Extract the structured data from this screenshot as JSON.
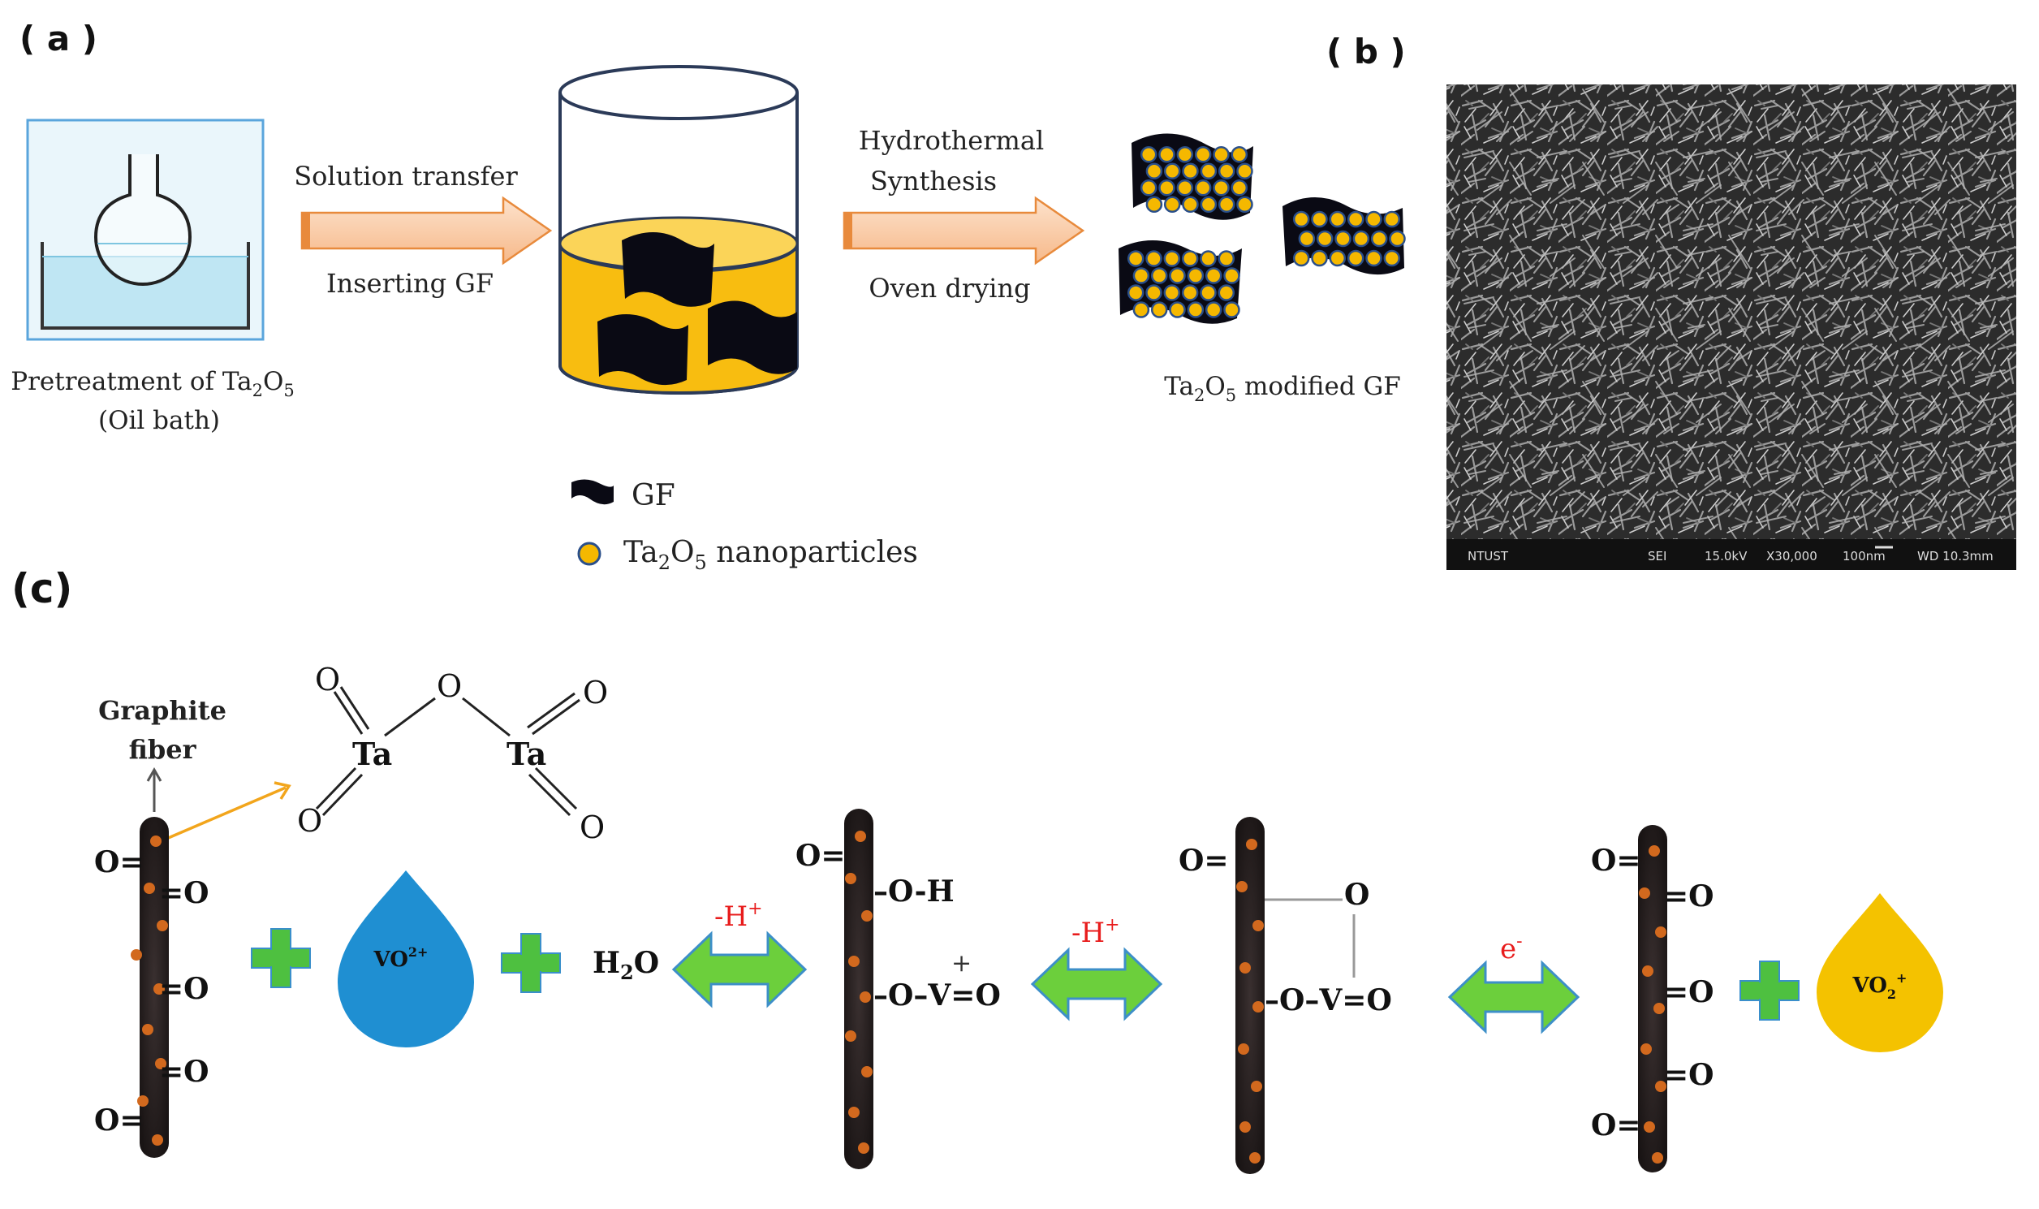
{
  "panel_a": {
    "label": "( a )",
    "pretreatment": "Pretreatment of Ta2O5",
    "pretreatment_sub": "(Oil bath)",
    "arrow1_top": "Solution transfer",
    "arrow1_bottom": "Inserting GF",
    "arrow2_top_1": "Hydrothermal",
    "arrow2_top_2": "Synthesis",
    "arrow2_bottom": "Oven drying",
    "product": "Ta2O5 modified GF",
    "legend_gf": "GF",
    "legend_np": "Ta2O5 nanoparticles"
  },
  "panel_b": {
    "label": "( b )",
    "sem_bar": {
      "left": "NTUST",
      "mode": "SEI",
      "voltage": "15.0kV",
      "magnification": "X30,000",
      "scale": "100nm",
      "wd": "WD 10.3mm"
    }
  },
  "panel_c": {
    "label": "(c)",
    "graphite_fiber_1": "Graphite",
    "graphite_fiber_2": "fiber",
    "ta": "Ta",
    "o": "O",
    "vo2_plus_drop": "VO2+",
    "vo2_product_drop": "VO2+",
    "h2o": "H2O",
    "minus_h_1": "-H+",
    "minus_h_2": "-H+",
    "electron": "e-",
    "oh_group": "O-H",
    "ovo_group": "O-V=O",
    "plus_charge": "+",
    "ring_o": "O",
    "ring_ovo": "O-V=O"
  },
  "colors": {
    "gf_black": "#0a0a14",
    "nanoparticle": "#f5b800",
    "nanoparticle_edge": "#2a4f8a",
    "solution": "#f8bd10",
    "fiber": "#2b2424",
    "fiber_dot": "#d2691e",
    "plus_green": "#4ec040",
    "arrow_green": "#6ccf3c",
    "arrow_green_edge": "#3d8fc8",
    "vo2plus_drop": "#1f8fd2",
    "vo2_product_drop": "#f4c200",
    "red_text": "#e81c1c",
    "process_arrow": "#f9c9a4",
    "process_arrow_edge": "#e88a3c",
    "flask_box": "#5aa5dc"
  }
}
